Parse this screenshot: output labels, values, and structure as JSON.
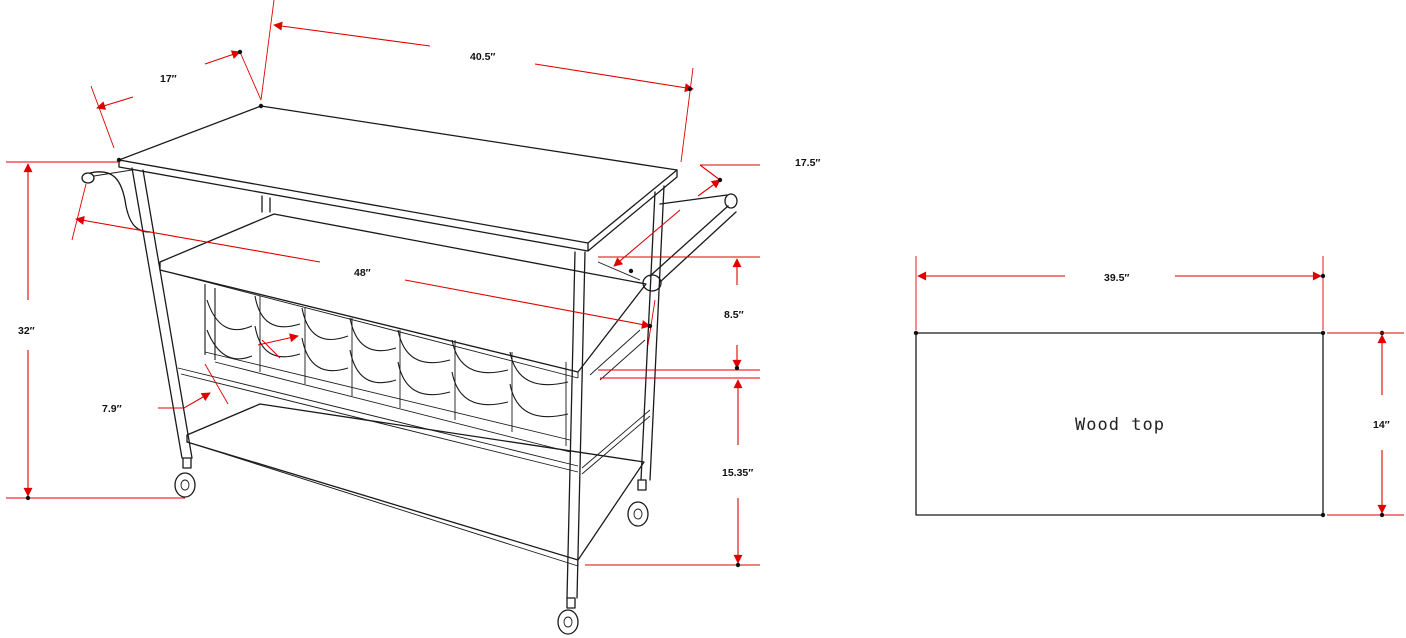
{
  "cart": {
    "dimensions": {
      "width_top": "40.5″",
      "depth_top": "17″",
      "overall_width": "48″",
      "handle_width": "17.5″",
      "height": "32″",
      "shelf_gap": "8.5″",
      "bottom_gap": "15.35″",
      "rack_depth": "7.9″"
    }
  },
  "top_view": {
    "width": "39.5″",
    "depth": "14″",
    "label": "Wood top"
  },
  "colors": {
    "line": "#1a1a1a",
    "dimension": "#e00000"
  }
}
